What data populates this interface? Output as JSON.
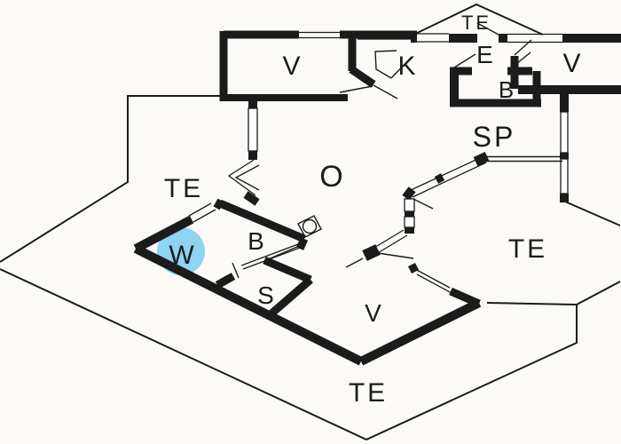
{
  "plan": {
    "type": "floor-plan",
    "highlighted_room": "W",
    "colors": {
      "wall": "#1b1b1b",
      "background": "#fbfaf7",
      "highlight": "#8ed3f2",
      "highlight_label": "#17375c"
    },
    "icons": {
      "appliance": "stove-icon"
    },
    "rooms": [
      {
        "label": "TE"
      },
      {
        "label": "V"
      },
      {
        "label": "K"
      },
      {
        "label": "E"
      },
      {
        "label": "V"
      },
      {
        "label": "B"
      },
      {
        "label": "SP"
      },
      {
        "label": "O"
      },
      {
        "label": "TE"
      },
      {
        "label": "W"
      },
      {
        "label": "B"
      },
      {
        "label": "S"
      },
      {
        "label": "V"
      },
      {
        "label": "TE"
      },
      {
        "label": "TE"
      }
    ]
  }
}
